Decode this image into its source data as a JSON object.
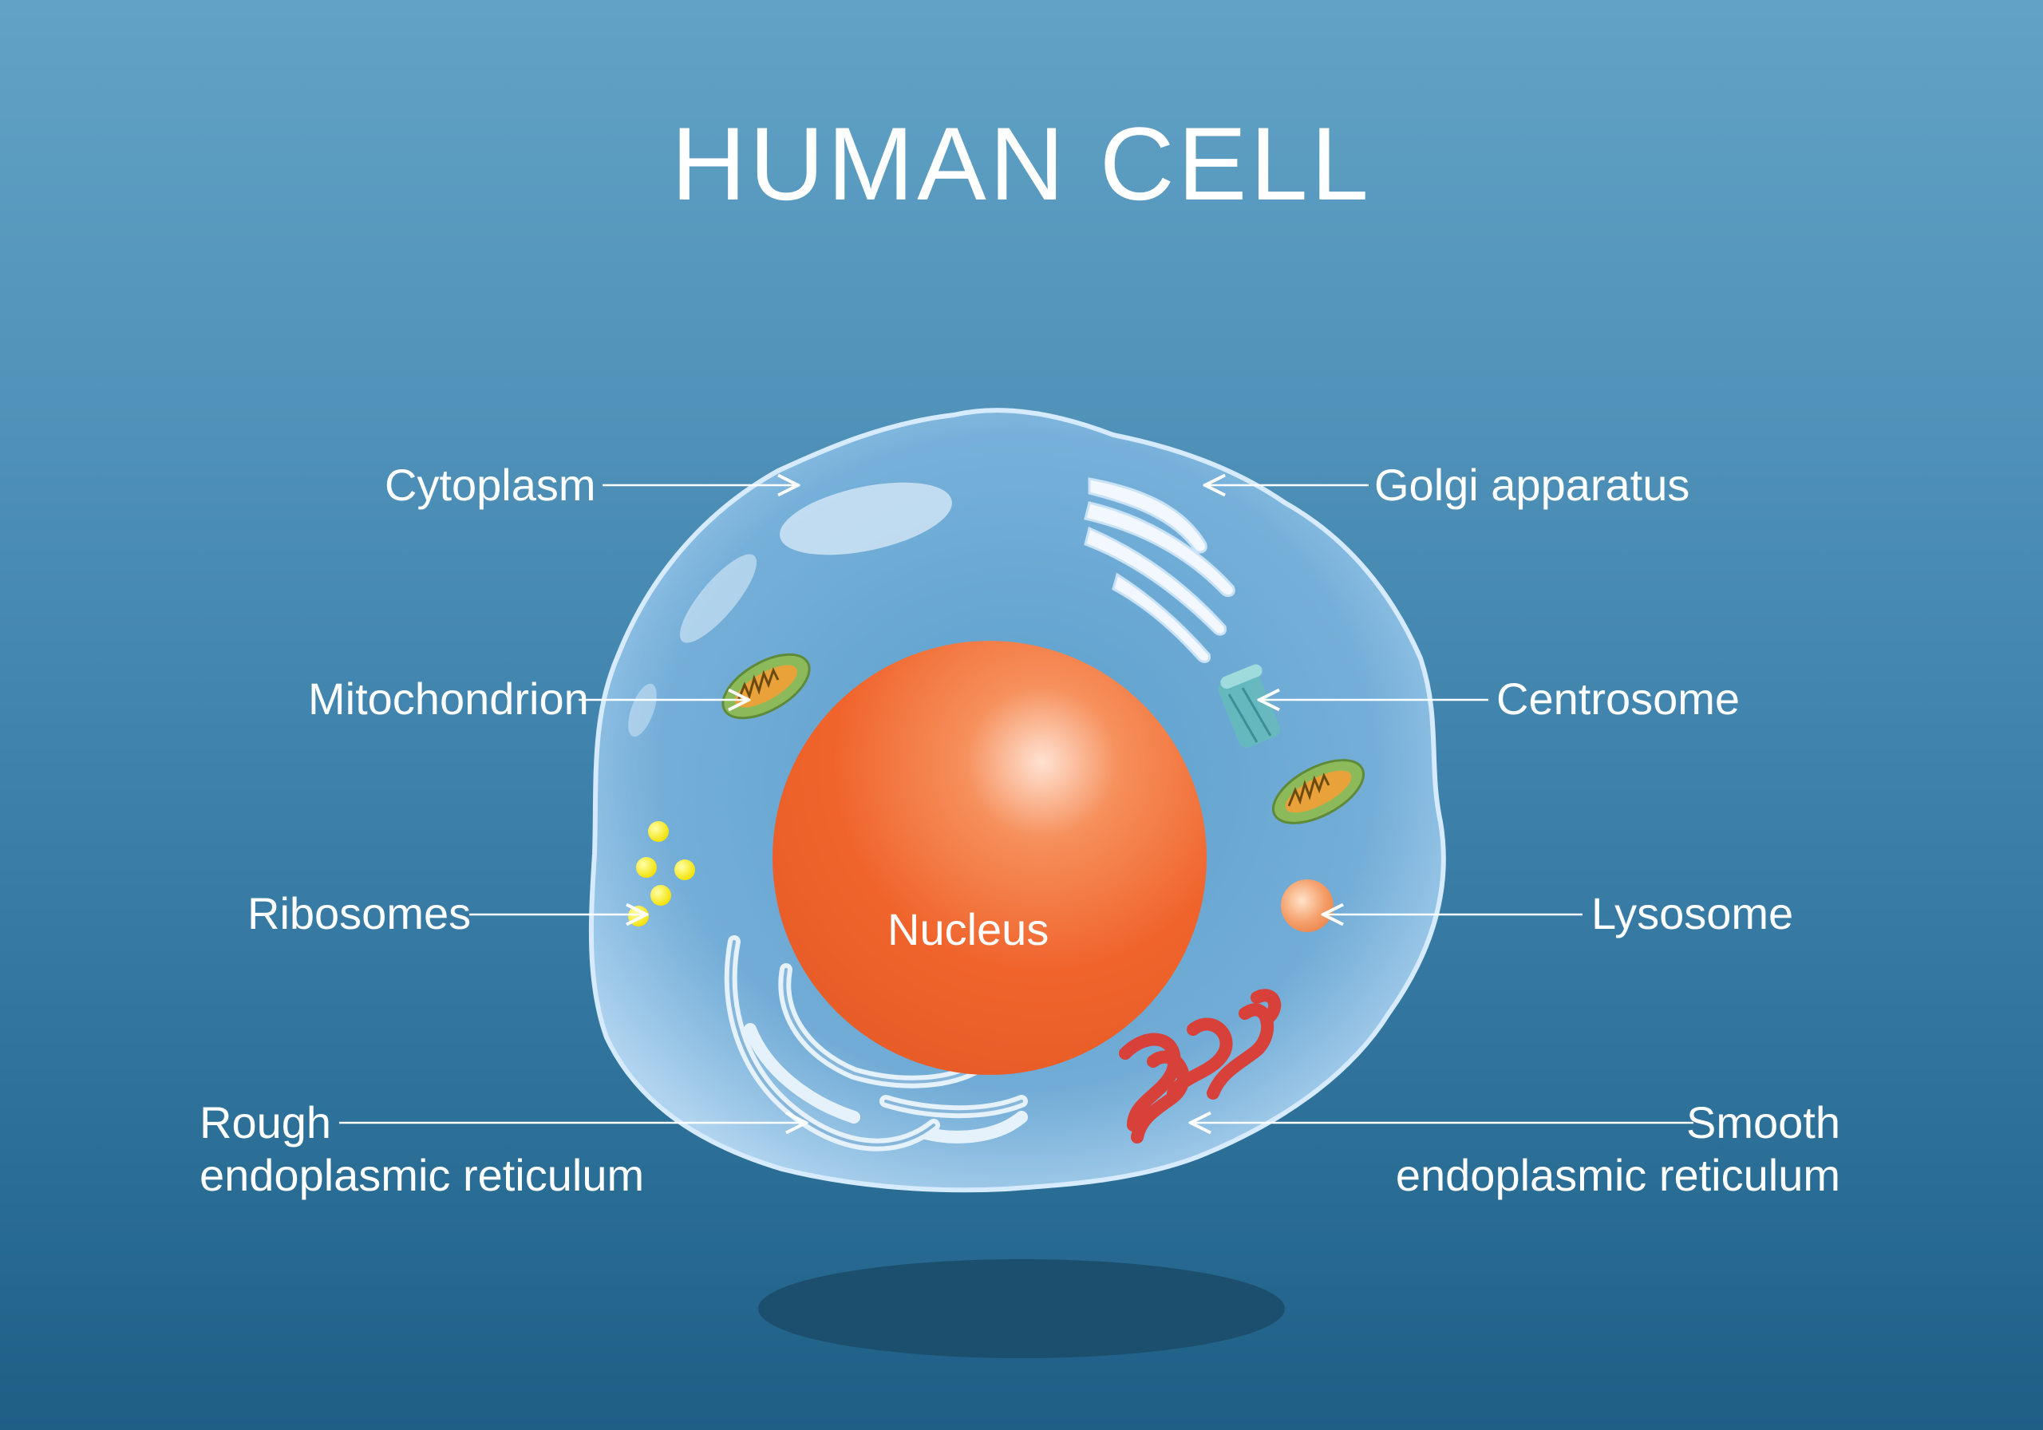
{
  "title": "HUMAN CELL",
  "labels": {
    "cytoplasm": "Cytoplasm",
    "golgi": "Golgi apparatus",
    "mitochondrion": "Mitochondrion",
    "centrosome": "Centrosome",
    "ribosomes": "Ribosomes",
    "lysosome": "Lysosome",
    "rough_er_line1": "Rough",
    "rough_er_line2": "endoplasmic reticulum",
    "smooth_er_line1": "Smooth",
    "smooth_er_line2": "endoplasmic reticulum",
    "nucleus": "Nucleus"
  },
  "colors": {
    "background_top": "#62a2c6",
    "background_bottom": "#1f5e85",
    "cell_fill": "#9cc8ec",
    "nucleus": "#f26a32",
    "mitochondrion": "#8db85e",
    "ribosome": "#f5e400",
    "lysosome": "#f08c4c",
    "smooth_er": "#d9403a",
    "centrosome": "#5fb3b5"
  }
}
